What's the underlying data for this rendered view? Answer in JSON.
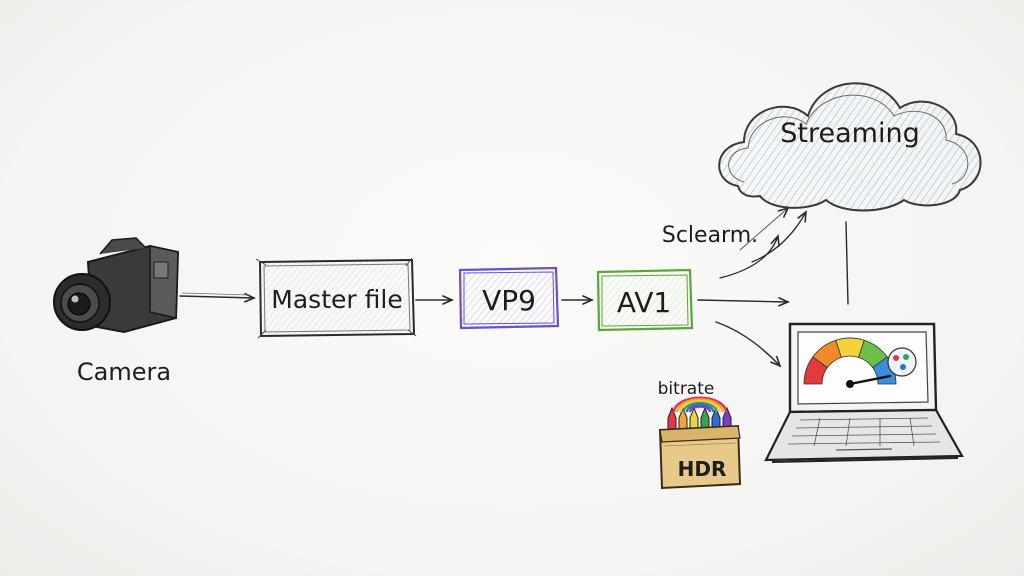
{
  "nodes": {
    "camera": {
      "label": "Camera"
    },
    "master": {
      "label": "Master file"
    },
    "vp9": {
      "label": "VP9",
      "color": "#6a4fd1"
    },
    "av1": {
      "label": "AV1",
      "color": "#5aa53a"
    },
    "cloud": {
      "label": "Streaming",
      "color": "#7aa6d9"
    },
    "annotation": {
      "label": "Sclearm."
    },
    "crayon_box": {
      "top_label": "bitrate",
      "box_label": "HDR"
    }
  },
  "crayon_colors": [
    "#e0384a",
    "#f2a23a",
    "#e8d640",
    "#3aa34a",
    "#2f6fd1",
    "#7a3fc9"
  ],
  "gauge_colors": [
    "#e23b3b",
    "#f08a2a",
    "#f5d13a",
    "#6cc04a",
    "#3a8fd9"
  ]
}
